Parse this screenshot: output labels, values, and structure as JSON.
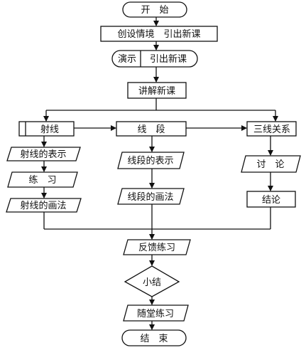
{
  "nodes": {
    "start": "开　始",
    "create_context": "创设情境　引出新课",
    "demo_a": "演示",
    "demo_b": "引出新课",
    "explain": "讲解新课",
    "ray": "射线",
    "segment": "线　段",
    "three_lines": "三线关系",
    "ray_notation": "射线的表示",
    "practice": "练　习",
    "ray_drawing": "射线的画法",
    "segment_notation": "线段的表示",
    "segment_drawing": "线段的画法",
    "discussion": "讨　论",
    "conclusion": "结论",
    "feedback": "反馈练习",
    "summary": "小结",
    "class_practice": "随堂练习",
    "end": "结　束"
  }
}
